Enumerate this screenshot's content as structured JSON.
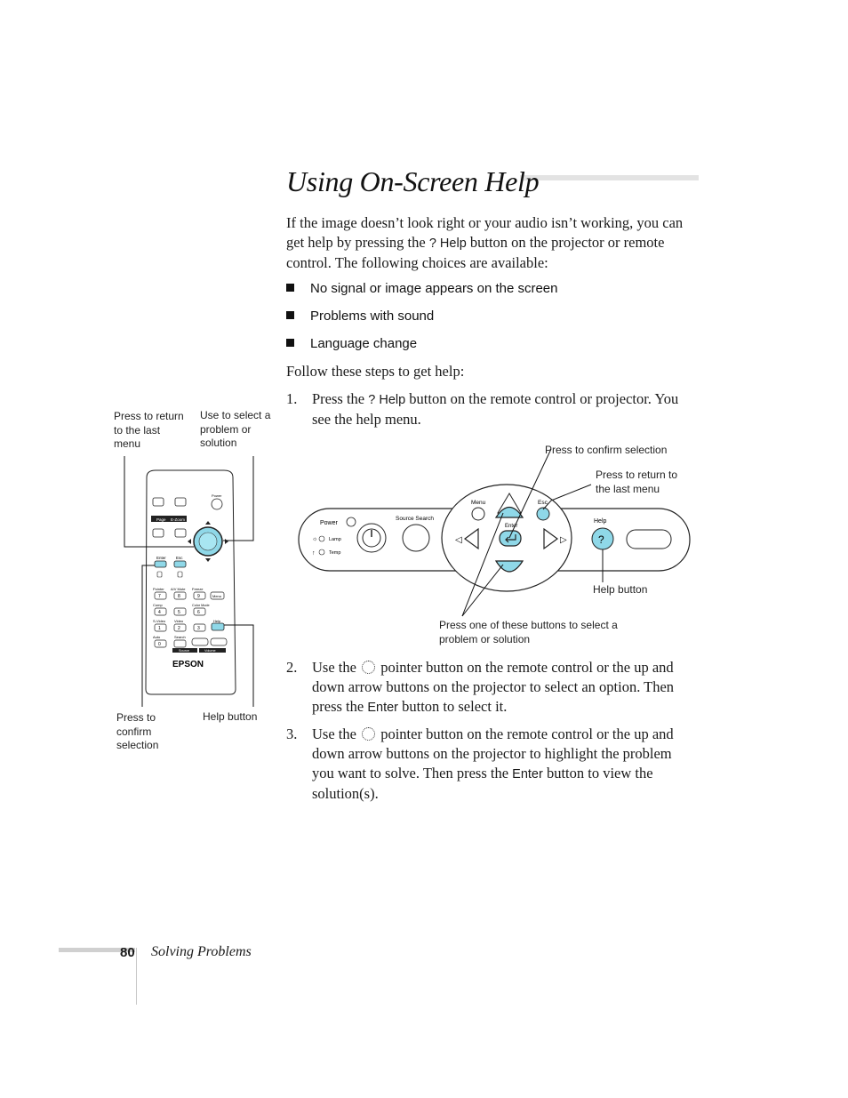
{
  "heading": "Using On-Screen Help",
  "intro": {
    "part1": "If the image doesn’t look right or your audio isn’t working, you can get help by pressing the ",
    "help_label": "? Help",
    "part2": " button on the projector or remote control. The following choices are available:"
  },
  "bullets": [
    "No signal or image appears on the screen",
    "Problems with sound",
    "Language change"
  ],
  "follow_text": "Follow these steps to get help:",
  "steps": [
    {
      "num": "1.",
      "a": "Press the ",
      "key": "? Help",
      "b": " button on the remote control or projector. You see the help menu."
    },
    {
      "num": "2.",
      "a": "Use the ",
      "b": " pointer button on the remote control or the up and down arrow buttons on the projector to select an option. Then press the ",
      "key": "Enter",
      "c": " button to select it."
    },
    {
      "num": "3.",
      "a": "Use the ",
      "b": " pointer button on the remote control or the up and down arrow buttons on the projector to highlight the problem you want to solve. Then press the ",
      "key": "Enter",
      "c": " button to view the solution(s)."
    }
  ],
  "remote_labels": {
    "return": "Press to return to the last menu",
    "select": "Use to select a problem or solution",
    "confirm": "Press to confirm selection",
    "help": "Help button"
  },
  "remote_buttons": {
    "power": "Power",
    "page": "Page",
    "ezoom": "E-Zoom",
    "enter": "Enter",
    "esc": "Esc",
    "pointer": "Pointer",
    "avmute": "A/V Mute",
    "freeze": "Freeze",
    "comp": "Comp",
    "color_mode": "Color Mode",
    "menu": "Menu",
    "svideo": "S-Video",
    "video": "Video",
    "help": "Help",
    "auto": "Auto",
    "search": "Search",
    "source": "Source",
    "volume": "Volume",
    "brand": "EPSON",
    "nums": [
      "7",
      "8",
      "9",
      "4",
      "5",
      "6",
      "1",
      "2",
      "3",
      "0"
    ]
  },
  "panel_labels": {
    "confirm": "Press to confirm selection",
    "return": "Press to return to the last menu",
    "help": "Help button",
    "select": "Press one of these buttons to select a problem or solution"
  },
  "panel_buttons": {
    "power": "Power",
    "lamp": "Lamp",
    "temp": "Temp",
    "source_search": "Source Search",
    "menu": "Menu",
    "enter": "Enter",
    "esc": "Esc",
    "help": "Help",
    "help_glyph": "?"
  },
  "footer": {
    "page": "80",
    "section": "Solving Problems"
  }
}
